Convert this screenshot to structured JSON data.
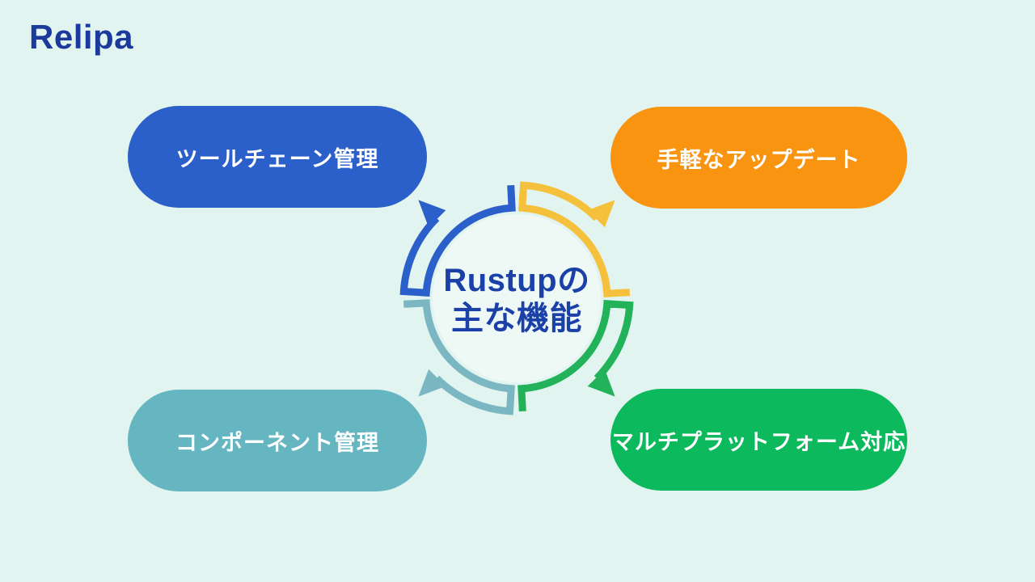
{
  "page": {
    "background": "#E2F4F0"
  },
  "logo": {
    "text": "Relipa",
    "color": "#1C3A9B"
  },
  "diagram": {
    "center_title_line1": "Rustupの",
    "center_title_line2": "主な機能",
    "center_title_color": "#1B40A8",
    "nodes": [
      {
        "label": "ツールチェーン管理",
        "color": "#2B5FC9",
        "position": "top-left"
      },
      {
        "label": "手軽なアップデート",
        "color": "#F89410",
        "position": "top-right"
      },
      {
        "label": "コンポーネント管理",
        "color": "#65B6C1",
        "position": "bottom-left"
      },
      {
        "label": "マルチプラットフォーム対応",
        "color": "#0CB95C",
        "position": "bottom-right"
      }
    ],
    "arrows": [
      {
        "name": "arrow-to-top-left",
        "color": "#2B5FC9",
        "direction": "northwest"
      },
      {
        "name": "arrow-to-top-right",
        "color": "#F5C13C",
        "direction": "northeast"
      },
      {
        "name": "arrow-to-bottom-right",
        "color": "#22B259",
        "direction": "southeast"
      },
      {
        "name": "arrow-to-bottom-left",
        "color": "#7BB7C2",
        "direction": "southwest"
      }
    ]
  }
}
